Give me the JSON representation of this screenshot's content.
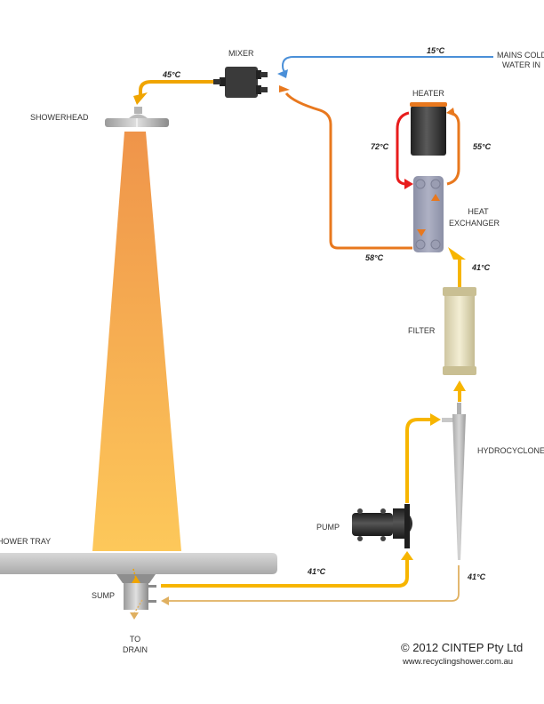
{
  "diagram": {
    "title": "Recycling shower water flow",
    "components": {
      "mixer": "MIXER",
      "mains": [
        "MAINS COLD",
        "WATER IN"
      ],
      "showerhead": "SHOWERHEAD",
      "heater": "HEATER",
      "heat_exchanger": [
        "HEAT",
        "EXCHANGER"
      ],
      "filter": "FILTER",
      "hydrocyclone": "HYDROCYCLONE",
      "pump": "PUMP",
      "shower_tray": "SHOWER TRAY",
      "sump": "SUMP",
      "drain": [
        "TO",
        "DRAIN"
      ]
    },
    "temperatures": {
      "mains_in": "15°C",
      "mixer_out": "45°C",
      "heater_out": "72°C",
      "heater_return": "55°C",
      "exchanger_out": "58°C",
      "exchanger_in": "41°C",
      "sump_to_pump": "41°C",
      "hydrocyclone_reject": "41°C"
    },
    "colors": {
      "cold": "#4a8fd8",
      "warm": "#f0a500",
      "hot": "#e8781e",
      "very_hot": "#e81c1c",
      "return": "#e0b060",
      "spray_top": "#ef944a",
      "spray_bottom": "#fdc85a"
    }
  },
  "footer": {
    "copyright": "© 2012 CINTEP Pty Ltd",
    "website": "www.recyclingshower.com.au"
  }
}
